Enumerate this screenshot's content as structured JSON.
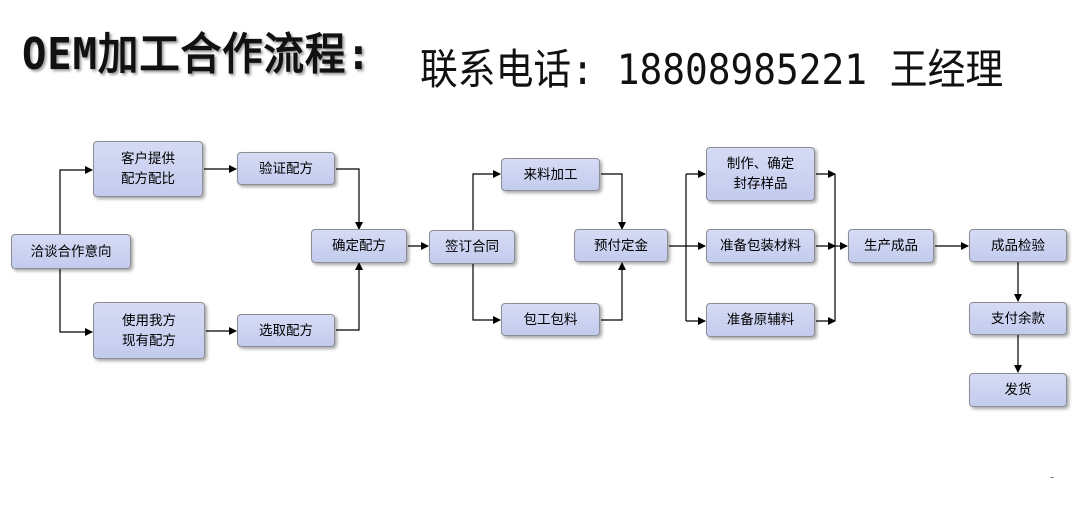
{
  "header": {
    "title": "OEM加工合作流程:",
    "contact": "联系电话: 18808985221 王经理"
  },
  "nodes": {
    "negotiate": "洽谈合作意向",
    "client_formula": "客户提供\n配方配比",
    "verify_formula": "验证配方",
    "use_our_formula": "使用我方\n现有配方",
    "choose_formula": "选取配方",
    "confirm_formula": "确定配方",
    "sign_contract": "签订合同",
    "material_processing": "来料加工",
    "full_package": "包工包料",
    "deposit": "预付定金",
    "make_samples": "制作、确定\n封存样品",
    "prep_packaging": "准备包装材料",
    "prep_raw": "准备原辅料",
    "produce": "生产成品",
    "inspect": "成品检验",
    "pay_balance": "支付余款",
    "ship": "发货"
  },
  "decorations": {
    "corner_mark": "-"
  }
}
